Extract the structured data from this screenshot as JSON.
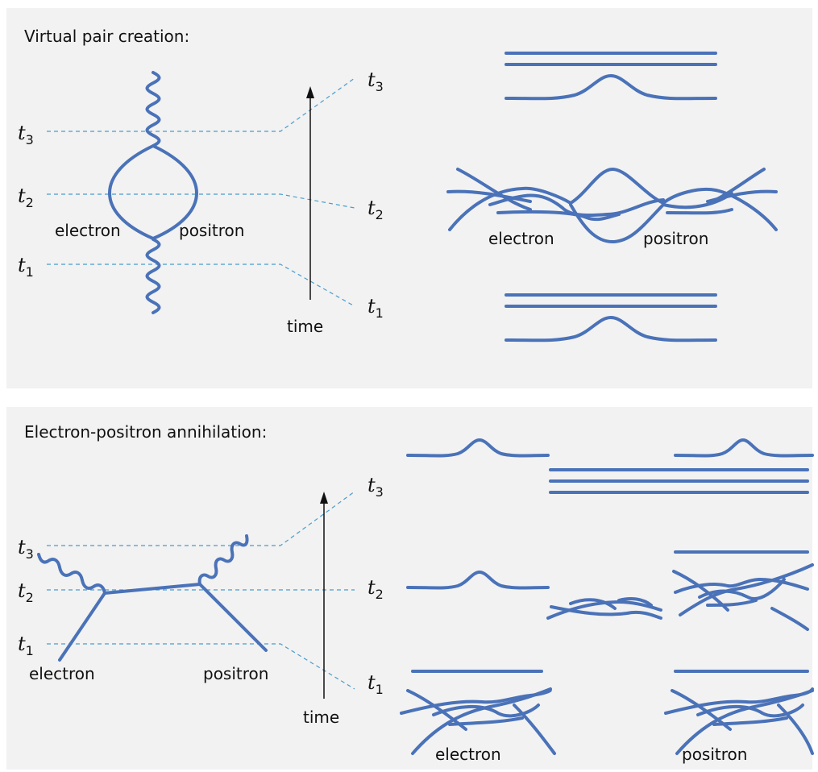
{
  "colors": {
    "panel_background": "#f2f2f2",
    "line": "#4a72b8",
    "guide": "#4a9ccc",
    "arrow": "#111111"
  },
  "top_panel": {
    "title": "Virtual pair creation:",
    "time_ticks": [
      {
        "letter": "t",
        "sub": "3"
      },
      {
        "letter": "t",
        "sub": "2"
      },
      {
        "letter": "t",
        "sub": "1"
      }
    ],
    "time_label": "time",
    "feynman_labels": {
      "left": "electron",
      "right": "positron"
    },
    "string_labels": {
      "left": "electron",
      "right": "positron"
    }
  },
  "bottom_panel": {
    "title": "Electron-positron annihilation:",
    "time_ticks": [
      {
        "letter": "t",
        "sub": "3"
      },
      {
        "letter": "t",
        "sub": "2"
      },
      {
        "letter": "t",
        "sub": "1"
      }
    ],
    "time_label": "time",
    "feynman_labels": {
      "left": "electron",
      "right": "positron"
    },
    "string_labels": {
      "left": "electron",
      "right": "positron"
    }
  }
}
